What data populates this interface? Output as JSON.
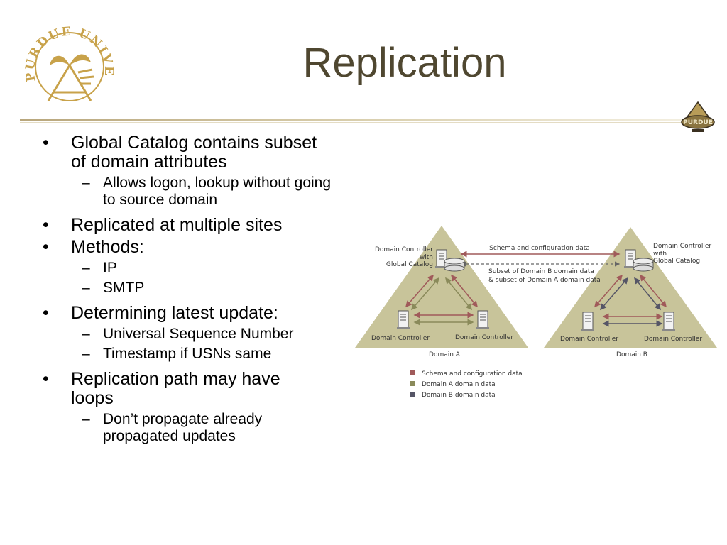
{
  "slide": {
    "title": "Replication",
    "logo_text": "PURDUE UNIVERSITY",
    "emblem_text": "PURDUE"
  },
  "bullets": [
    {
      "level": 1,
      "text": "Global Catalog contains subset of domain attributes"
    },
    {
      "level": 2,
      "text": "Allows logon, lookup without going to source domain"
    },
    {
      "level": 1,
      "text": "Replicated at multiple sites"
    },
    {
      "level": 1,
      "text": "Methods:"
    },
    {
      "level": 2,
      "text": "IP"
    },
    {
      "level": 2,
      "text": "SMTP"
    },
    {
      "level": 1,
      "text": "Determining latest update:"
    },
    {
      "level": 2,
      "text": "Universal Sequence Number"
    },
    {
      "level": 2,
      "text": "Timestamp if USNs same"
    },
    {
      "level": 1,
      "text": "Replication path may have loops"
    },
    {
      "level": 2,
      "text": "Don’t propagate already propagated updates"
    }
  ],
  "diagram": {
    "domain_a": {
      "label": "Domain A",
      "top_dc_line1": "Domain Controller",
      "top_dc_line2": "with",
      "top_dc_line3": "Global Catalog",
      "left_dc": "Domain Controller",
      "right_dc": "Domain Controller"
    },
    "domain_b": {
      "label": "Domain B",
      "top_dc_line1": "Domain Controller",
      "top_dc_line2": "with",
      "top_dc_line3": "Global Catalog",
      "left_dc": "Domain Controller",
      "right_dc": "Domain Controller"
    },
    "link_top": "Schema and configuration data",
    "link_subset_line1": "Subset of Domain B domain data",
    "link_subset_line2": "& subset of Domain A domain data",
    "legend": [
      {
        "label": "Schema and configuration data",
        "color": "#a05a5a"
      },
      {
        "label": "Domain A domain data",
        "color": "#8a8a5a"
      },
      {
        "label": "Domain B domain data",
        "color": "#555566"
      }
    ],
    "colors": {
      "triangle": "#c8c49a",
      "schema": "#a05a5a",
      "domain_a": "#8a8a5a",
      "domain_b": "#555566"
    }
  }
}
